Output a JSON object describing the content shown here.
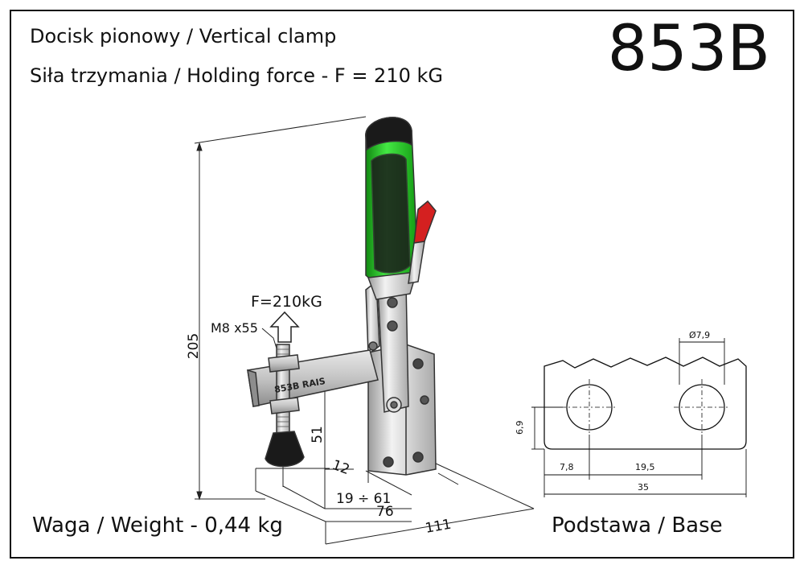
{
  "header": {
    "title_line1": "Docisk pionowy / Vertical clamp",
    "title_line2": "Siła trzymania / Holding force - F = 210 kG",
    "model_number": "853B"
  },
  "footer": {
    "weight": "Waga / Weight - 0,44 kg",
    "base_caption": "Podstawa / Base"
  },
  "clamp": {
    "engraving": "853B RAIS",
    "force_label": "F=210kG",
    "spindle_label": "M8 x55",
    "dims": {
      "height": "205",
      "spindle_height": "51",
      "d12": "12",
      "d19_61": "19 ÷ 61",
      "d76": "76",
      "d111": "111"
    },
    "colors": {
      "handle_green": "#2fd22f",
      "handle_black": "#1a1a1a",
      "lever_red": "#d42020",
      "steel": "#d6d6d6"
    }
  },
  "base_plate": {
    "dims": {
      "hole_dia": "Ø7,9",
      "d6_9": "6,9",
      "d7_8": "7,8",
      "d19_5": "19,5",
      "d35": "35"
    }
  }
}
